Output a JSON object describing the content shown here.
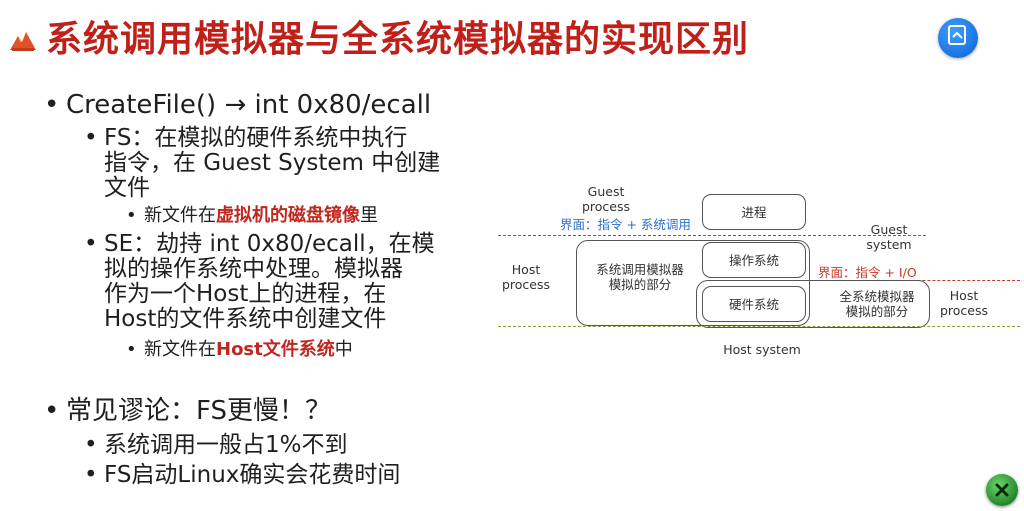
{
  "slide": {
    "title": "系统调用模拟器与全系统模拟器的实现区别"
  },
  "bullets": {
    "b1": "CreateFile() → int 0x80/ecall",
    "fs_line1": "FS：在模拟的硬件系统中执行",
    "fs_line2": "指令，在 Guest System 中创建",
    "fs_line3": "文件",
    "fs_sub_pre": "新文件在",
    "fs_sub_red": "虚拟机的磁盘镜像",
    "fs_sub_post": "里",
    "se_line1": "SE：劫持 int 0x80/ecall，在模",
    "se_line2": "拟的操作系统中处理。模拟器",
    "se_line3": "作为一个Host上的进程，在",
    "se_line4": "Host的文件系统中创建文件",
    "se_sub_pre": "新文件在",
    "se_sub_red": "Host文件系统",
    "se_sub_post": "中",
    "b2": "常见谬论：FS更慢！？",
    "b2_sub1": "系统调用一般占1%不到",
    "b2_sub2": "FS启动Linux确实会花费时间"
  },
  "diagram": {
    "guest_process_line1": "Guest",
    "guest_process_line2": "process",
    "iface_top": "界面：指令 + 系统调用",
    "box_process": "进程",
    "guest_system_line1": "Guest",
    "guest_system_line2": "system",
    "host_process_left_line1": "Host",
    "host_process_left_line2": "process",
    "se_part_line1": "系统调用模拟器",
    "se_part_line2": "模拟的部分",
    "box_os": "操作系统",
    "iface_mid": "界面：指令 + I/O",
    "box_hw": "硬件系统",
    "fs_part_line1": "全系统模拟器",
    "fs_part_line2": "模拟的部分",
    "host_process_right_line1": "Host",
    "host_process_right_line2": "process",
    "host_system": "Host system"
  },
  "colors": {
    "title": "#c0201a",
    "highlight": "#c0281f",
    "interface_blue": "#2a6fc9",
    "interface_red": "#c43a2a",
    "host_line_olive": "#8a9a3a"
  }
}
